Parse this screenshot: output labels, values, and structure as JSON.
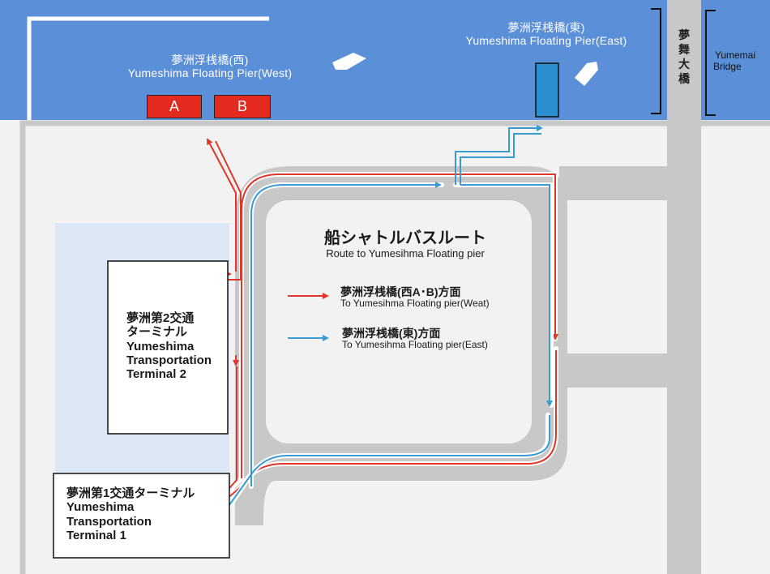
{
  "piers": {
    "west": {
      "name_jp": "夢洲浮桟橋(西)",
      "name_en": "Yumeshima Floating Pier(West)"
    },
    "east": {
      "name_jp": "夢洲浮桟橋(東)",
      "name_en": "Yumeshima Floating Pier(East)"
    },
    "berths": {
      "a": "A",
      "b": "B"
    }
  },
  "terminals": {
    "terminal2": {
      "line1": "夢洲第2交通",
      "line2": "ターミナル",
      "line3": "Yumeshima",
      "line4": "Transportation",
      "line5": "Terminal 2"
    },
    "terminal1": {
      "line1": "夢洲第1交通ターミナル",
      "line2": "Yumeshima",
      "line3": "Transportation",
      "line4": "Terminal 1"
    }
  },
  "legend": {
    "title_jp": "船シャトルバスルート",
    "title_en": "Route to  Yumesihma Floating pier",
    "red": {
      "jp": "夢洲浮桟橋(西A･B)方面",
      "en": "To Yumesihma Floating pier(Weat)",
      "color": "#e0362b"
    },
    "blue": {
      "jp": "夢洲浮桟橋(東)方面",
      "en": "To Yumesihma Floating pier(East)",
      "color": "#3a9bd0"
    }
  },
  "bridge": {
    "name_jp_chars": [
      "夢",
      "舞",
      "大",
      "橋"
    ],
    "name_en_line1": "Yumemai",
    "name_en_line2": "Bridge"
  },
  "colors": {
    "sea": "#5b8fd8",
    "land": "#f2f2f2",
    "road": "#c8c8c8",
    "plaza": "#dce8f6",
    "pier": "#2a8fd0"
  }
}
